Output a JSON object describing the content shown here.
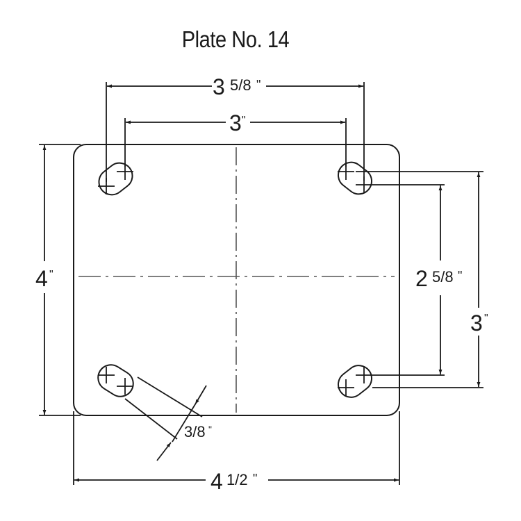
{
  "title": "Plate No. 14",
  "colors": {
    "line": "#1a1a1a",
    "centerline": "#555555",
    "background": "#ffffff"
  },
  "plate": {
    "width": "4 1/2\"",
    "height": "4\""
  },
  "dimensions": {
    "outer_bolt_width": {
      "whole": "3",
      "fraction": "5/8",
      "unit": "\""
    },
    "inner_bolt_width": {
      "whole": "3",
      "fraction": "",
      "unit": "\""
    },
    "plate_height": {
      "whole": "4",
      "fraction": "",
      "unit": "\""
    },
    "inner_bolt_height": {
      "whole": "2",
      "fraction": "5/8",
      "unit": "\""
    },
    "outer_bolt_height": {
      "whole": "3",
      "fraction": "",
      "unit": "\""
    },
    "slot_width": {
      "whole": "",
      "fraction": "3/8",
      "unit": "\""
    },
    "plate_width": {
      "whole": "4",
      "fraction": "1/2",
      "unit": "\""
    }
  },
  "slots": [
    {
      "position": "top-left"
    },
    {
      "position": "top-right"
    },
    {
      "position": "bottom-left"
    },
    {
      "position": "bottom-right"
    }
  ]
}
